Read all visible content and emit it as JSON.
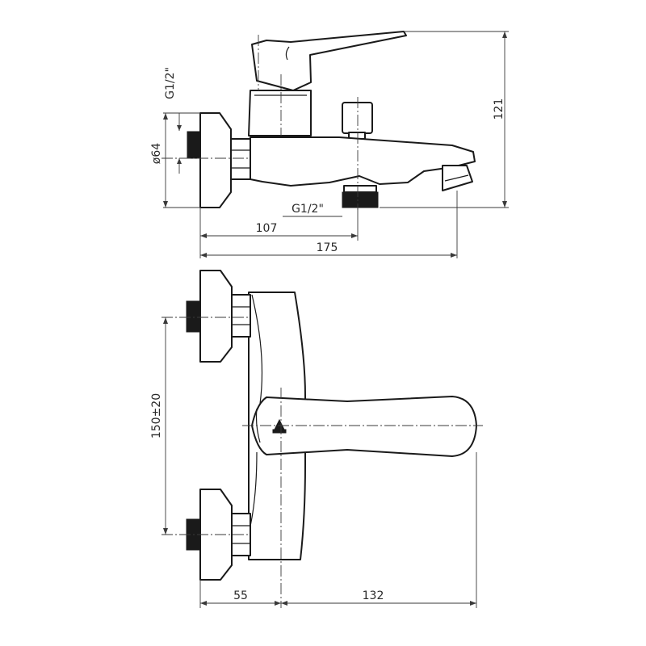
{
  "side_view": {
    "thread_top": "G1/2\"",
    "diameter": "ø64",
    "height": "121",
    "thread_bottom": "G1/2\"",
    "length_outlet": "107",
    "length_total": "175"
  },
  "front_view": {
    "inlet_spacing": "150±20",
    "offset_left": "55",
    "lever_length": "132"
  },
  "colors": {
    "line": "#1a1a1a",
    "dimension": "#3a3a3a",
    "background": "#ffffff"
  }
}
